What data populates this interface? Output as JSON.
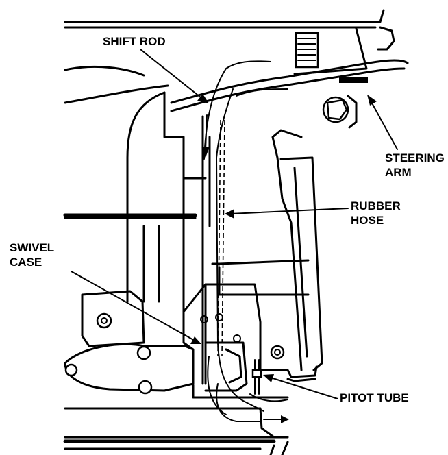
{
  "labels": {
    "shift_rod": "SHIFT ROD",
    "steering_arm_line1": "STEERING",
    "steering_arm_line2": "ARM",
    "rubber_hose_line1": "RUBBER",
    "rubber_hose_line2": "HOSE",
    "swivel_case_line1": "SWIVEL",
    "swivel_case_line2": "CASE",
    "pitot_tube": "PITOT TUBE"
  },
  "colors": {
    "ink": "#000000",
    "paper": "#ffffff"
  }
}
